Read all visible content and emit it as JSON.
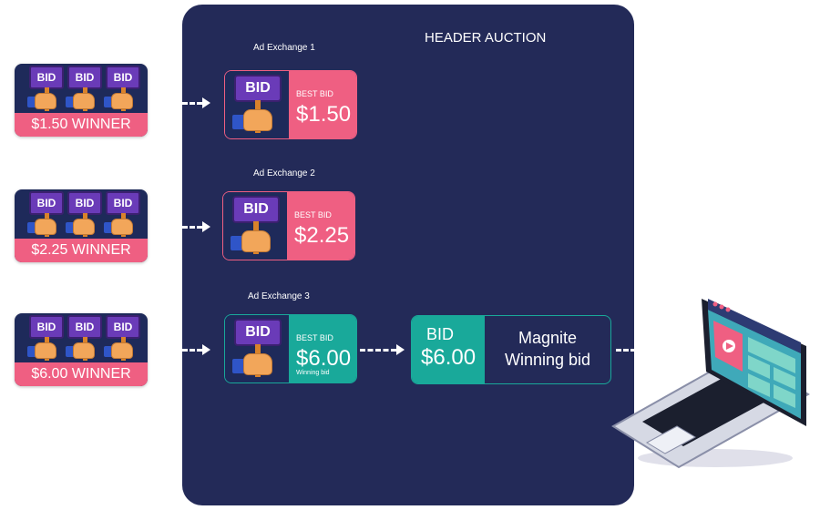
{
  "header_title": "HEADER AUCTION",
  "sign_label": "BID",
  "left_cards": [
    {
      "label": "$1.50 WINNER"
    },
    {
      "label": "$2.25 WINNER"
    },
    {
      "label": "$6.00 WINNER"
    }
  ],
  "exchanges": [
    {
      "name": "Ad Exchange 1",
      "best_bid_label": "BEST BID",
      "amount": "$1.50",
      "sublabel": ""
    },
    {
      "name": "Ad Exchange 2",
      "best_bid_label": "BEST BID",
      "amount": "$2.25",
      "sublabel": ""
    },
    {
      "name": "Ad Exchange 3",
      "best_bid_label": "BEST BID",
      "amount": "$6.00",
      "sublabel": "Winning bid"
    }
  ],
  "winner": {
    "bid_label": "BID",
    "amount": "$6.00",
    "line1": "Magnite",
    "line2": "Winning bid"
  },
  "colors": {
    "panel": "#232a58",
    "pink": "#ef5f82",
    "teal": "#19a99a",
    "purple": "#6a3bb8"
  }
}
